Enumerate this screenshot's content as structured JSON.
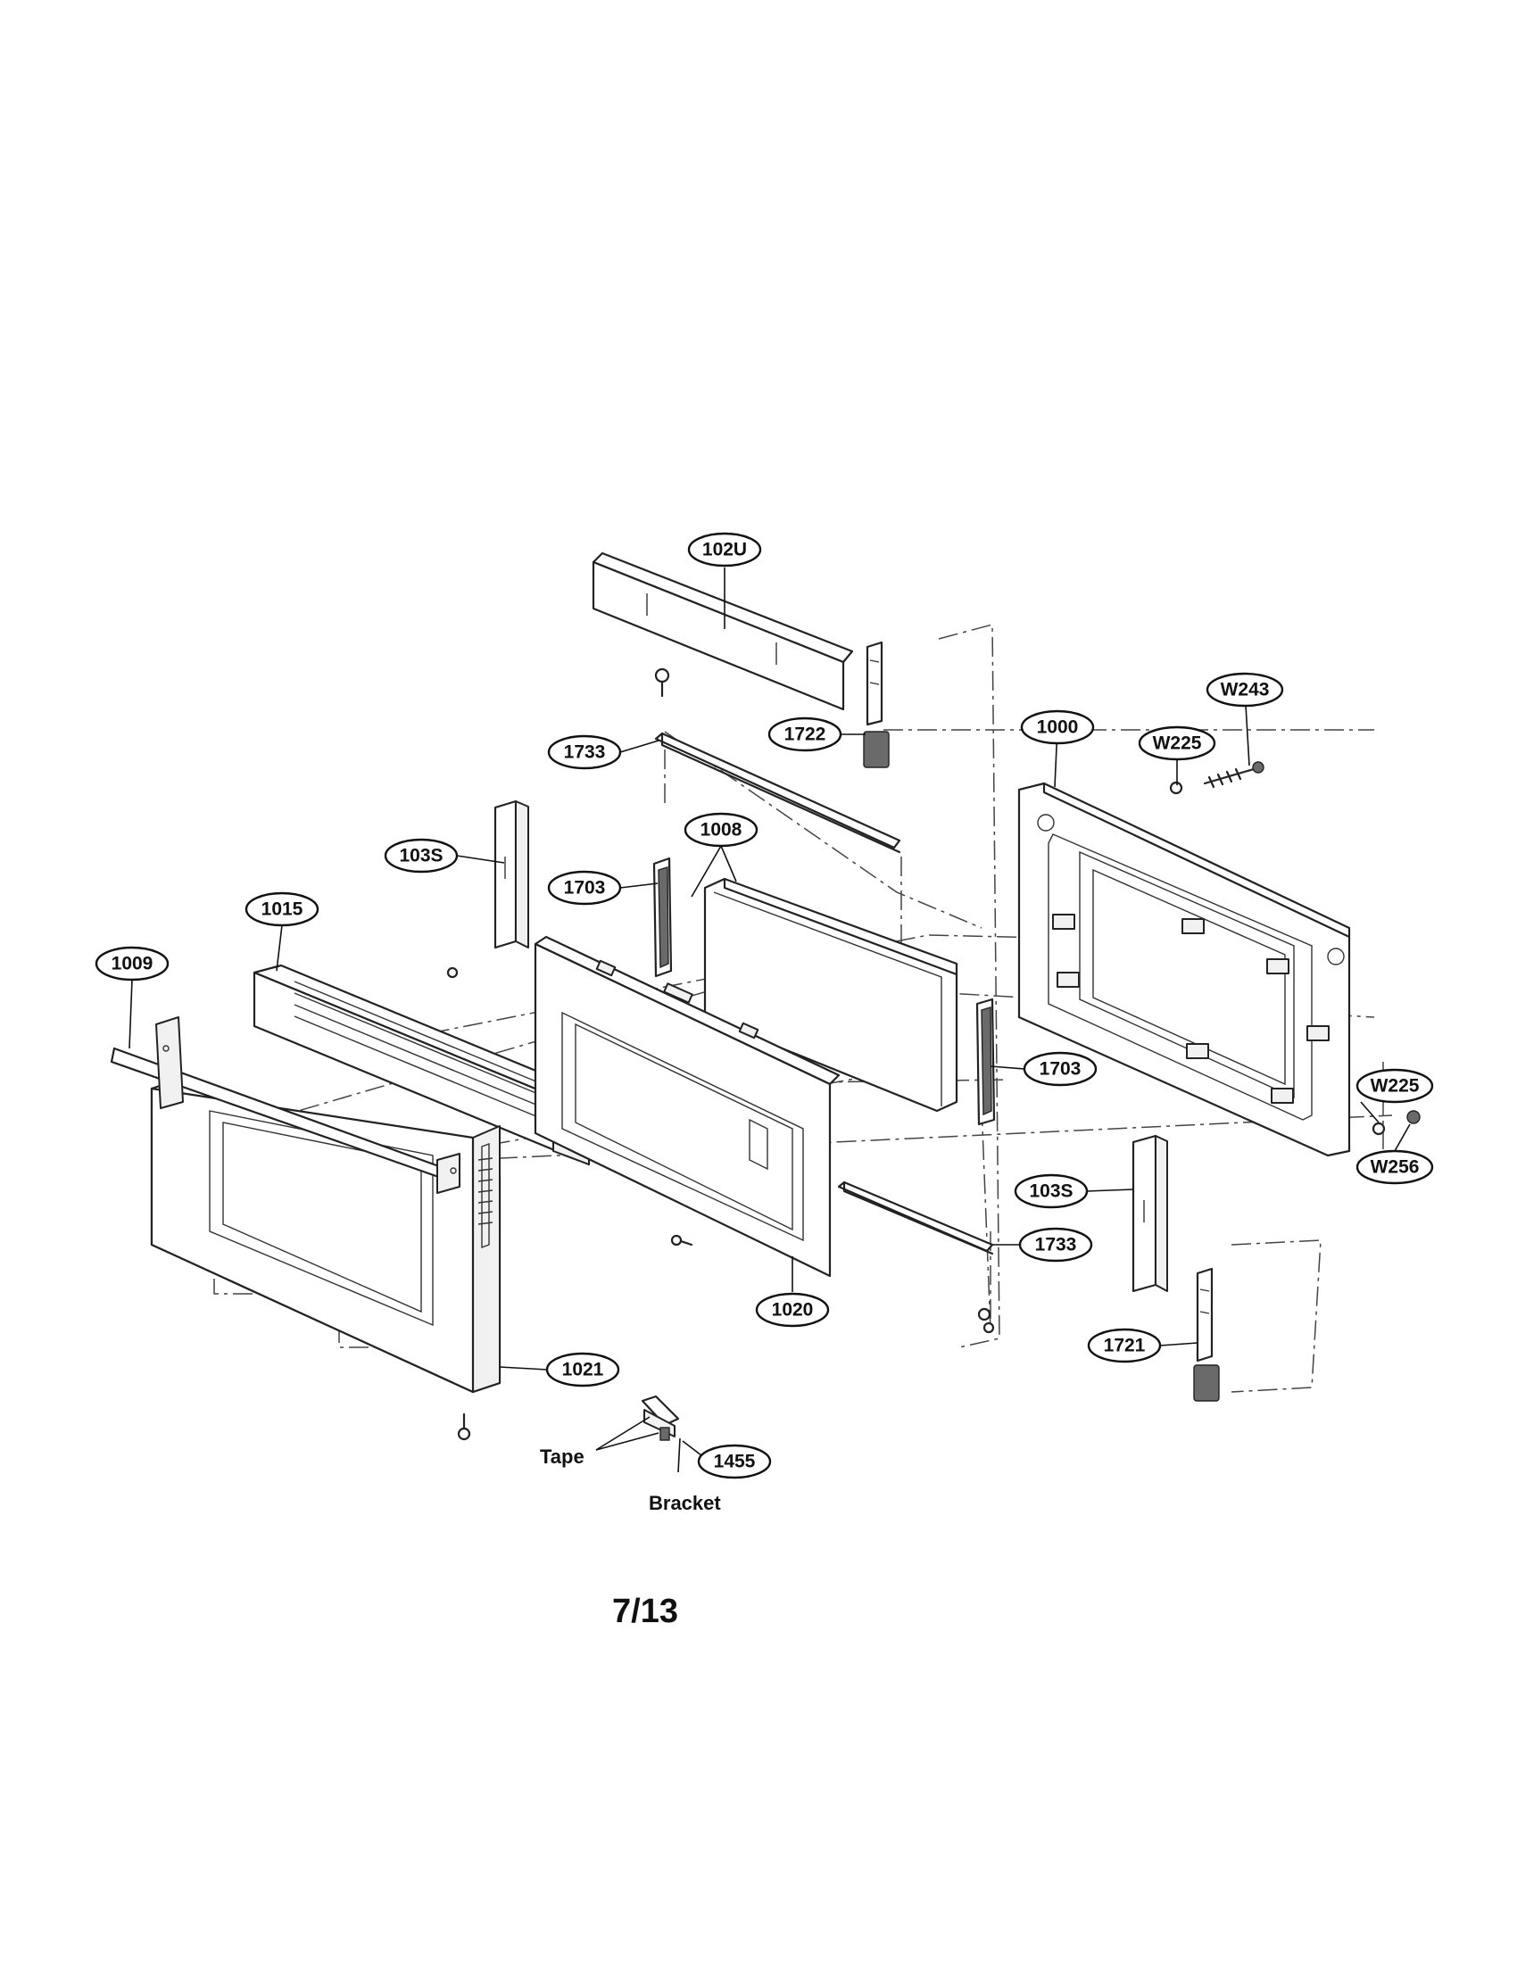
{
  "diagram": {
    "part_labels": [
      "102U",
      "1722",
      "1733",
      "1000",
      "W225",
      "W243",
      "103S",
      "1703",
      "1008",
      "1015",
      "1009",
      "1703",
      "1020",
      "1733",
      "103S",
      "W225",
      "W256",
      "1721",
      "1021",
      "1455"
    ],
    "annotations": {
      "tape": "Tape",
      "bracket": "Bracket"
    },
    "page_number": "7/13"
  }
}
